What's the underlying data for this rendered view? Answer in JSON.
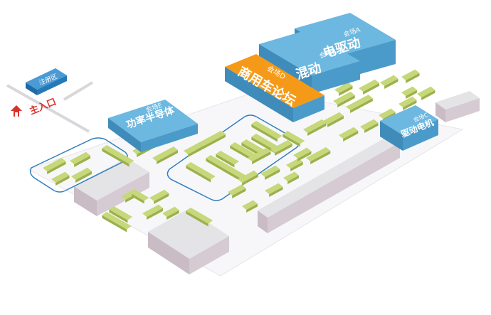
{
  "colors": {
    "hall_blue": "#5aaed8",
    "hall_blue_side": "#3f8cba",
    "hall_orange": "#f29413",
    "hall_orange_side": "#d07708",
    "registration_blue": "#2d87c8",
    "booth_green": "#c6d87a",
    "booth_green_side": "#9cb04c",
    "zone_outline": "#2f7fbf",
    "wall_grey": "#dcdcdf",
    "wall_side": "#c4b7c0",
    "entrance_red": "#d9322b"
  },
  "halls": {
    "a": {
      "sub": "会场A",
      "name": "电驱动"
    },
    "b": {
      "sub": "会场B",
      "name": "混动"
    },
    "d": {
      "sub": "会场D",
      "name": "商用车论坛"
    },
    "e": {
      "sub": "会场E",
      "name": "功率半导体"
    },
    "c": {
      "sub": "会场C",
      "name": "驱动电机"
    }
  },
  "registration": {
    "label": "注册区"
  },
  "entrance": {
    "label": "主入口",
    "icon": "entrance-arrow-icon"
  }
}
